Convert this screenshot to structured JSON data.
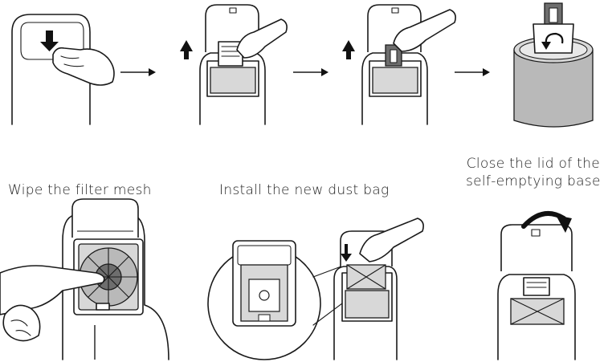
{
  "captions": {
    "wipe": "Wipe the filter mesh",
    "install": "Install the new dust bag",
    "close_line1": "Close the lid of the",
    "close_line2": "self-emptying base"
  },
  "colors": {
    "line": "#1a1a1a",
    "light_gray": "#d8d8d8",
    "mid_gray": "#b9b9b9",
    "dark_gray": "#6e6e6e",
    "text": "#222222"
  },
  "icons": [
    "down-arrow-icon",
    "up-arrow-icon",
    "right-arrow-icon",
    "rotate-arrow-icon",
    "curved-close-arrow-icon"
  ]
}
